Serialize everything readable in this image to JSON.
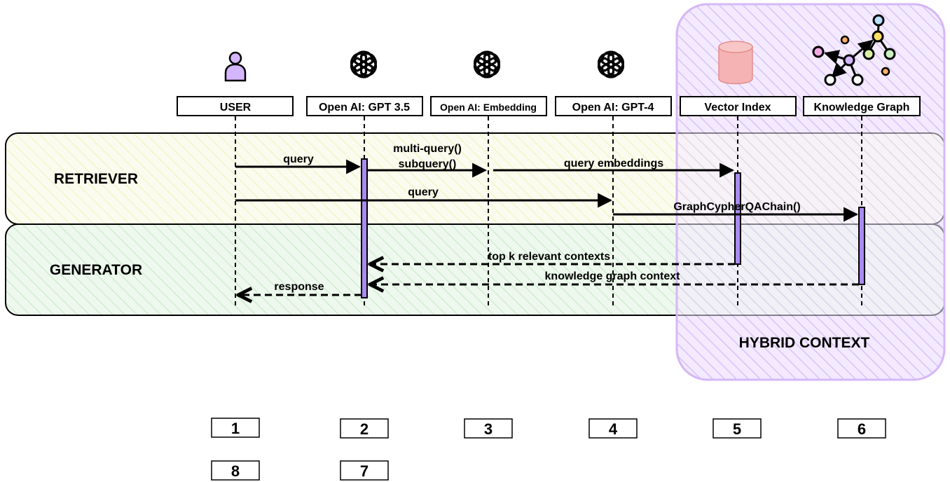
{
  "colors": {
    "hybrid_fill": "#e9d8ff",
    "hybrid_stroke": "#c9a8f0",
    "retriever_fill": "#f9fbe3",
    "retriever_hatch": "#eef2b8",
    "generator_fill": "#e8f6e8",
    "generator_hatch": "#b9e6b9",
    "activation_fill": "#a98bf0",
    "user_icon": "#d4b6ff",
    "db_fill": "#f5b3b3",
    "db_stroke": "#e38d8d"
  },
  "regions": {
    "retriever": "RETRIEVER",
    "generator": "GENERATOR",
    "hybrid": "HYBRID CONTEXT"
  },
  "participants": [
    {
      "label": "USER",
      "icon": "user-icon"
    },
    {
      "label": "Open AI: GPT 3.5",
      "icon": "openai-icon"
    },
    {
      "label": "Open AI: Embedding",
      "icon": "openai-icon"
    },
    {
      "label": "Open AI: GPT-4",
      "icon": "openai-icon"
    },
    {
      "label": "Vector Index",
      "icon": "database-icon"
    },
    {
      "label": "Knowledge Graph",
      "icon": "knowledge-graph-icon"
    }
  ],
  "messages": {
    "m1": "query",
    "m2a": "multi-query()",
    "m2b": "subquery()",
    "m3": "query embeddings",
    "m4": "query",
    "m5": "GraphCypherQAChain()",
    "m6": "top k relevant contexts",
    "m7": "knowledge graph context",
    "m8": "response"
  },
  "step_numbers": [
    "1",
    "2",
    "3",
    "4",
    "5",
    "6",
    "8",
    "7"
  ]
}
